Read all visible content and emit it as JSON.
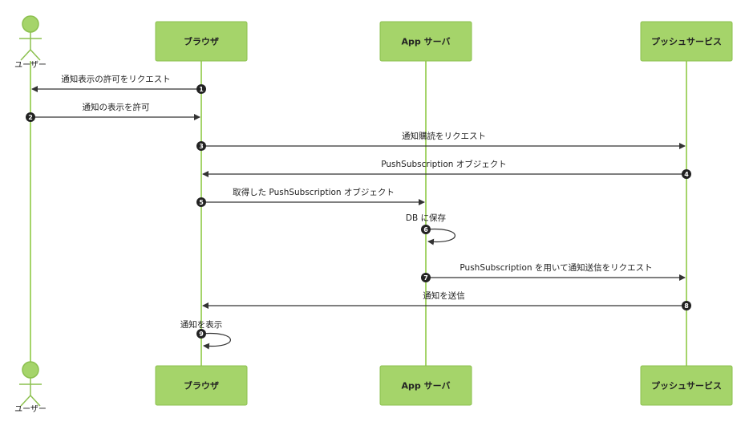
{
  "participants": [
    {
      "id": "user",
      "label": "ユーザー",
      "kind": "actor"
    },
    {
      "id": "browser",
      "label": "ブラウザ",
      "kind": "box"
    },
    {
      "id": "server",
      "label": "App サーバ",
      "kind": "box"
    },
    {
      "id": "push",
      "label": "プッシュサービス",
      "kind": "box"
    }
  ],
  "messages": [
    {
      "number": 1,
      "from": "browser",
      "to": "user",
      "label": "通知表示の許可をリクエスト"
    },
    {
      "number": 2,
      "from": "user",
      "to": "browser",
      "label": "通知の表示を許可"
    },
    {
      "number": 3,
      "from": "browser",
      "to": "push",
      "label": "通知購読をリクエスト"
    },
    {
      "number": 4,
      "from": "push",
      "to": "browser",
      "label": "PushSubscription オブジェクト"
    },
    {
      "number": 5,
      "from": "browser",
      "to": "server",
      "label": "取得した PushSubscription オブジェクト"
    },
    {
      "number": 6,
      "from": "server",
      "to": "server",
      "label": "DB に保存"
    },
    {
      "number": 7,
      "from": "server",
      "to": "push",
      "label": "PushSubscription を用いて通知送信をリクエスト"
    },
    {
      "number": 8,
      "from": "push",
      "to": "browser",
      "label": "通知を送信"
    },
    {
      "number": 9,
      "from": "browser",
      "to": "browser",
      "label": "通知を表示"
    }
  ],
  "colors": {
    "participant_fill": "#a5d46a",
    "participant_border": "#8cc04f",
    "lifeline": "#a5d46a",
    "arrow": "#333333",
    "badge": "#222222"
  }
}
